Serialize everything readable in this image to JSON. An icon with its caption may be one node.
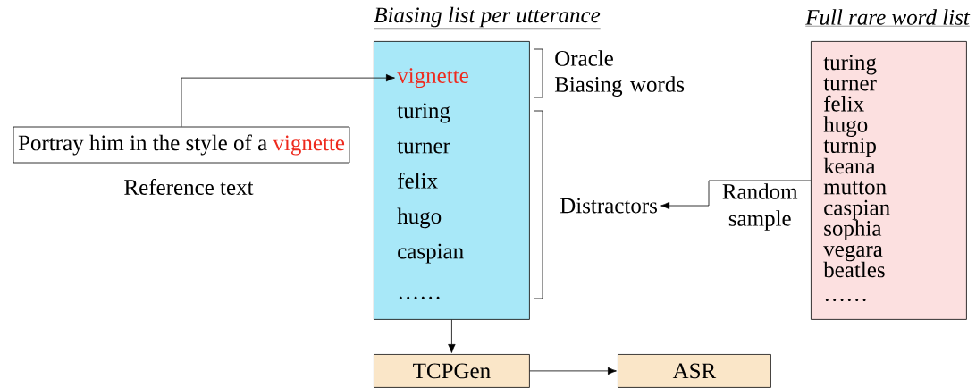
{
  "diagram": {
    "nodes": [
      {
        "text": [
          "Portray him in the style of a",
          "vignette"
        ],
        "beside": [
          "Reference text"
        ]
      },
      {
        "text": [
          "Biasing list per utterance",
          "turing",
          "turner",
          "felix",
          "hugo",
          "caspian",
          "……"
        ]
      },
      {
        "text": [
          "vignette"
        ],
        "in": 1
      },
      {
        "text": [
          "Distractors"
        ]
      },
      {
        "text": [
          "Full rare word list",
          "turing",
          "turner",
          "felix",
          "hugo",
          "turnip",
          "keana",
          "mutton",
          "caspian",
          "sophia",
          "vegara",
          "beatles",
          "……"
        ]
      },
      {
        "text": [
          "TCPGen"
        ]
      },
      {
        "text": [
          "ASR"
        ]
      }
    ],
    "edges": [
      {
        "from": 0,
        "to": 2,
        "arrow": "to"
      },
      {
        "from": 4,
        "to": 3,
        "arrow": "to",
        "label": "Random sample"
      },
      {
        "from": 1,
        "to": 5,
        "arrow": "to"
      },
      {
        "from": 5,
        "to": 6,
        "arrow": "to"
      }
    ],
    "labels": [
      "Oracle Biasing words"
    ]
  }
}
